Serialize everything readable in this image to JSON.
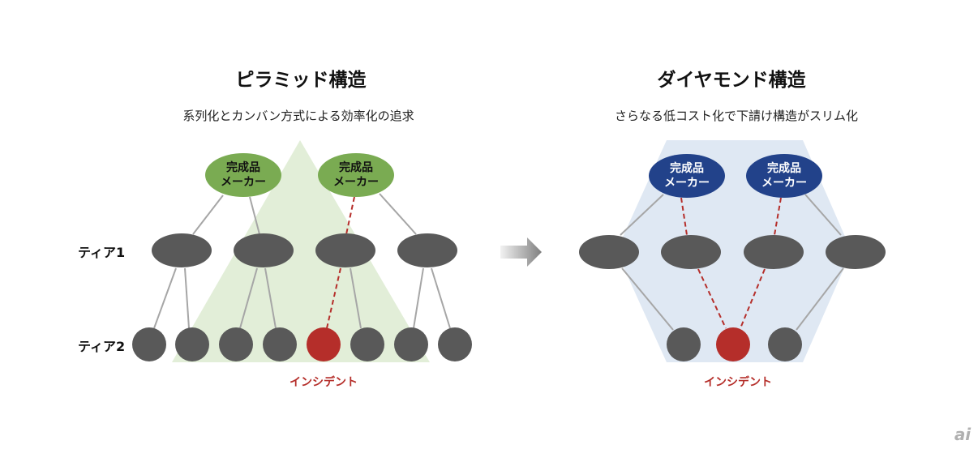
{
  "left": {
    "title": "ピラミッド構造",
    "subtitle": "系列化とカンバン方式による効率化の追求",
    "maker_line1": "完成品",
    "maker_line2": "メーカー",
    "incident": "インシデント"
  },
  "right": {
    "title": "ダイヤモンド構造",
    "subtitle": "さらなる低コスト化で下請け構造がスリム化",
    "maker_line1": "完成品",
    "maker_line2": "メーカー",
    "incident": "インシデント"
  },
  "tiers": {
    "tier1": "ティア1",
    "tier2": "ティア2"
  },
  "logo": "ai",
  "colors": {
    "green": "#7aab52",
    "navy": "#22428a",
    "node": "#595959",
    "incident": "#b52e2a",
    "pyramid_bg": "#e2eed8",
    "diamond_bg": "#dfe8f3"
  }
}
